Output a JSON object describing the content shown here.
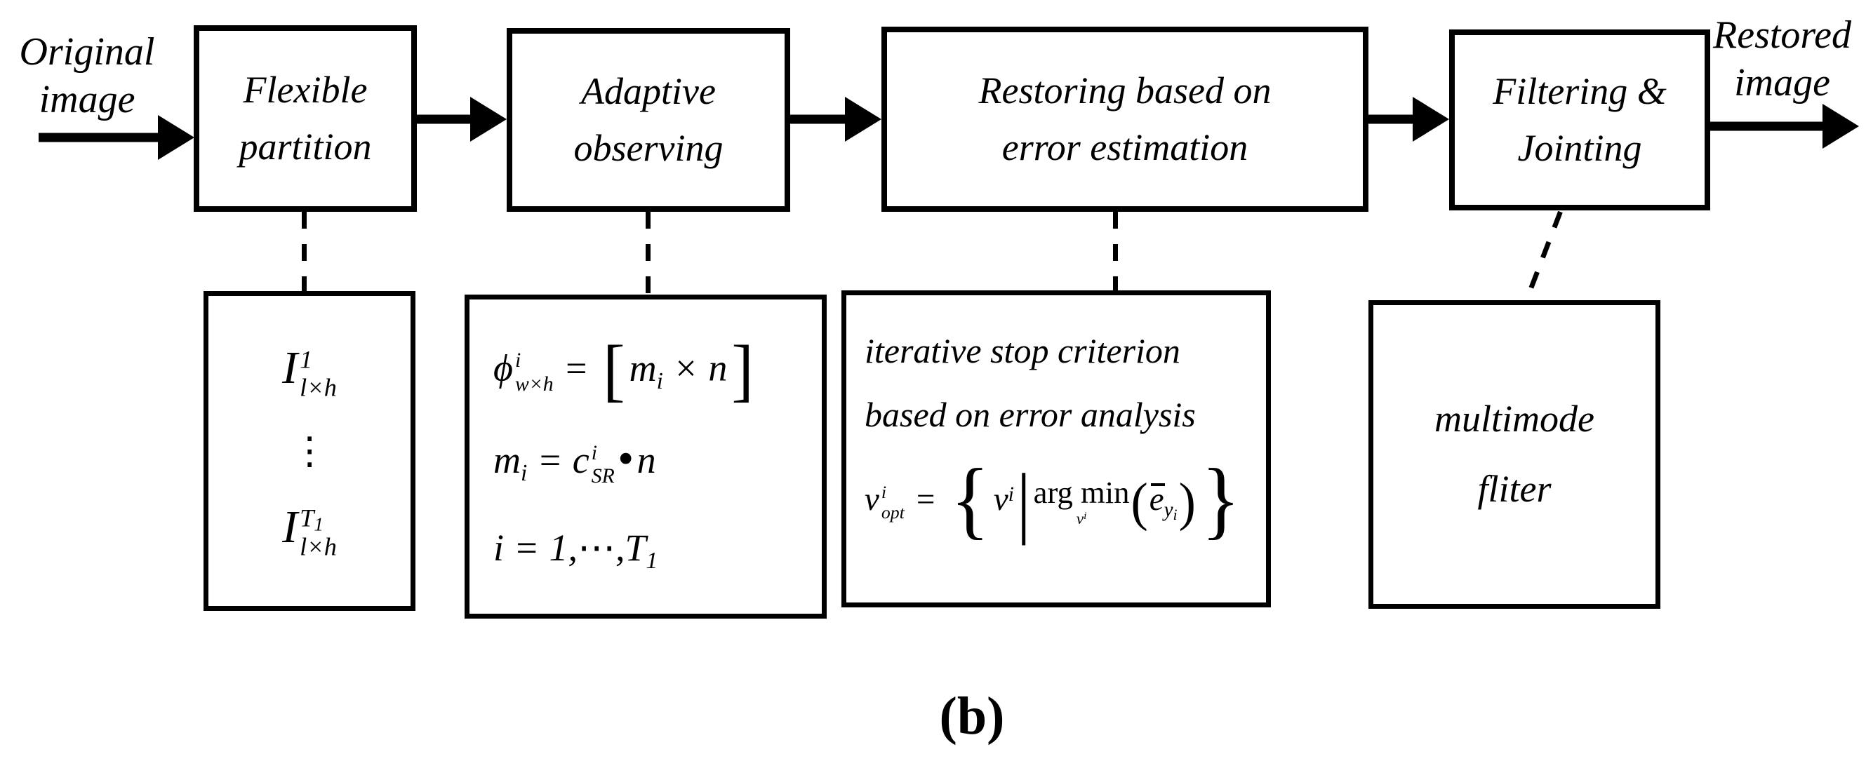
{
  "labels": {
    "input_line1": "Original",
    "input_line2": "image",
    "output_line1": "Restored",
    "output_line2": "image",
    "caption": "(b)"
  },
  "process_boxes": [
    {
      "line1": "Flexible",
      "line2": "partition"
    },
    {
      "line1": "Adaptive",
      "line2": "observing"
    },
    {
      "line1": "Restoring based on",
      "line2": "error estimation"
    },
    {
      "line1": "Filtering &",
      "line2": "Jointing"
    }
  ],
  "detail_boxes": {
    "partition": {
      "item1": {
        "base": "I",
        "sup": "1",
        "sub": "l×h"
      },
      "dots": "⋮",
      "item2": {
        "base": "I",
        "sup_base": "T",
        "sup_sub": "1",
        "sub": "l×h"
      }
    },
    "observing": {
      "line1": {
        "phi": "ϕ",
        "phi_sup": "i",
        "phi_sub": "w×h",
        "eq": "=",
        "open": "[",
        "m": "m",
        "m_sub": "i",
        "times": "×",
        "n": "n",
        "close": "]"
      },
      "line2": {
        "m": "m",
        "m_sub": "i",
        "eq": "=",
        "c": "c",
        "c_sup": "i",
        "c_sub": "SR",
        "dot": "•",
        "n": "n"
      },
      "line3": {
        "i": "i",
        "eq": "=",
        "start": "1,",
        "dots": "⋯",
        "comma": ",",
        "T": "T",
        "T_sub": "1"
      }
    },
    "restoring": {
      "line1": "iterative stop criterion",
      "line2": "based on error analysis",
      "formula": {
        "v": "v",
        "v_sup": "i",
        "v_sub": "opt",
        "eq": "=",
        "open_brace": "{",
        "v2": "v",
        "v2_sup": "i",
        "bar": "|",
        "argmin": "arg min",
        "under_v": "v",
        "under_v_sup": "i",
        "open_paren": "(",
        "e": "e",
        "e_sub_base": "y",
        "e_sub_sub": "i",
        "close_paren": ")",
        "close_brace": "}"
      }
    },
    "filtering": {
      "line1": "multimode",
      "line2": "fliter"
    }
  }
}
